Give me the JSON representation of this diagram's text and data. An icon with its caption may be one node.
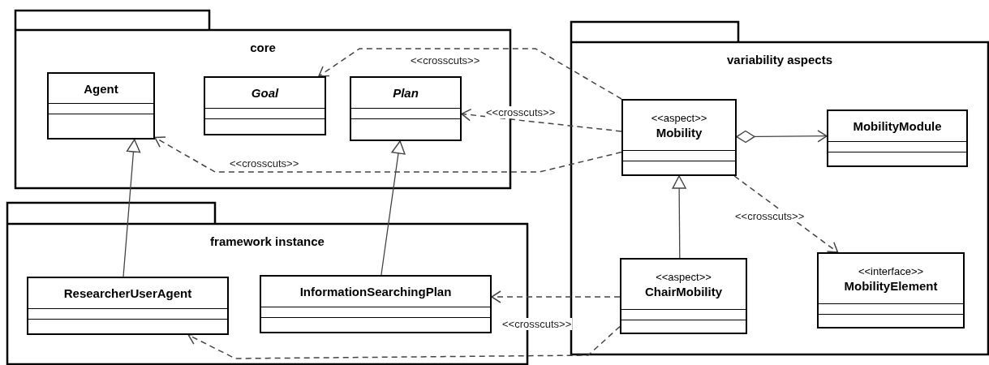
{
  "diagram": {
    "nodes": [
      {
        "text": [
          "core"
        ]
      },
      {
        "text": [
          "Agent"
        ],
        "in": 0
      },
      {
        "text": [
          "Goal"
        ],
        "in": 0
      },
      {
        "text": [
          "Plan"
        ],
        "in": 0
      },
      {
        "text": [
          "framework instance"
        ]
      },
      {
        "text": [
          "ResearcherUserAgent"
        ],
        "in": 4
      },
      {
        "text": [
          "InformationSearchingPlan"
        ],
        "in": 4
      },
      {
        "text": [
          "variability aspects"
        ]
      },
      {
        "text": [
          "<<aspect>>",
          "Mobility"
        ],
        "in": 7
      },
      {
        "text": [
          "MobilityModule"
        ],
        "in": 7
      },
      {
        "text": [
          "<<aspect>>",
          "ChairMobility"
        ],
        "in": 7
      },
      {
        "text": [
          "<<interface>>",
          "MobilityElement"
        ],
        "in": 7
      }
    ],
    "edges": [
      {
        "from": 5,
        "to": 1,
        "arrow": "to"
      },
      {
        "from": 6,
        "to": 3,
        "arrow": "to"
      },
      {
        "from": 10,
        "to": 8,
        "arrow": "to"
      },
      {
        "from": 8,
        "to": 2,
        "arrow": "to",
        "label": "<<crosscuts>>",
        "style": "dashed"
      },
      {
        "from": 8,
        "to": 3,
        "arrow": "to",
        "label": "<<crosscuts>>",
        "style": "dashed"
      },
      {
        "from": 8,
        "to": 1,
        "arrow": "to",
        "label": "<<crosscuts>>",
        "style": "dashed"
      },
      {
        "from": 8,
        "to": 9,
        "arrow": "to"
      },
      {
        "from": 8,
        "to": 11,
        "arrow": "to",
        "label": "<<crosscuts>>",
        "style": "dashed"
      },
      {
        "from": 10,
        "to": 6,
        "arrow": "to",
        "label": "<<crosscuts>>",
        "style": "dashed"
      },
      {
        "from": 10,
        "to": 5,
        "arrow": "to",
        "style": "dashed"
      }
    ]
  }
}
